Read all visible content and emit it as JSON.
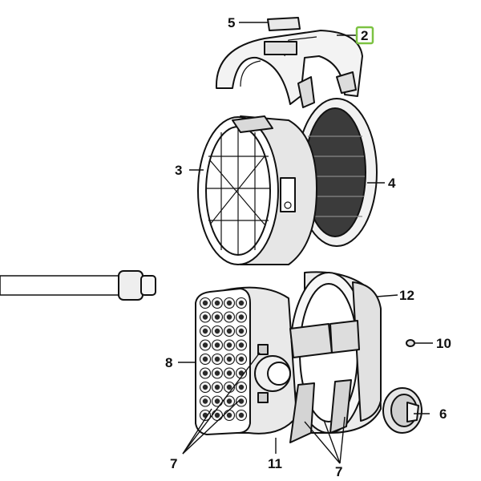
{
  "diagram": {
    "highlight_color": "#7cc242",
    "line_color": "#111111",
    "callouts": [
      {
        "id": "c5",
        "text": "5"
      },
      {
        "id": "c2",
        "text": "2",
        "highlighted": true
      },
      {
        "id": "c3",
        "text": "3"
      },
      {
        "id": "c4",
        "text": "4"
      },
      {
        "id": "c12",
        "text": "12"
      },
      {
        "id": "c10",
        "text": "10"
      },
      {
        "id": "c8",
        "text": "8"
      },
      {
        "id": "c6",
        "text": "6"
      },
      {
        "id": "c7a",
        "text": "7"
      },
      {
        "id": "c11",
        "text": "11"
      },
      {
        "id": "c7b",
        "text": "7"
      }
    ]
  }
}
